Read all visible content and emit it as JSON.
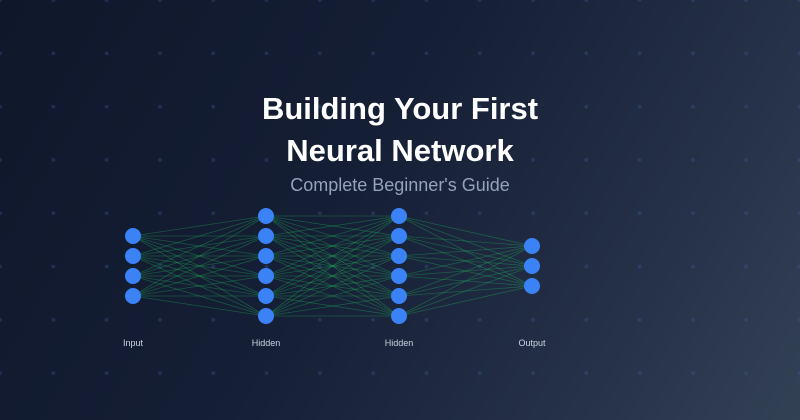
{
  "title_line1": "Building Your First",
  "title_line2": "Neural Network",
  "subtitle": "Complete Beginner's Guide",
  "colors": {
    "node": "#3b82f6",
    "edge": "#22c55e",
    "label": "#cbd5e1"
  },
  "layers": [
    {
      "name": "Input",
      "nodes": 4
    },
    {
      "name": "Hidden",
      "nodes": 6
    },
    {
      "name": "Hidden",
      "nodes": 6
    },
    {
      "name": "Output",
      "nodes": 3
    }
  ]
}
